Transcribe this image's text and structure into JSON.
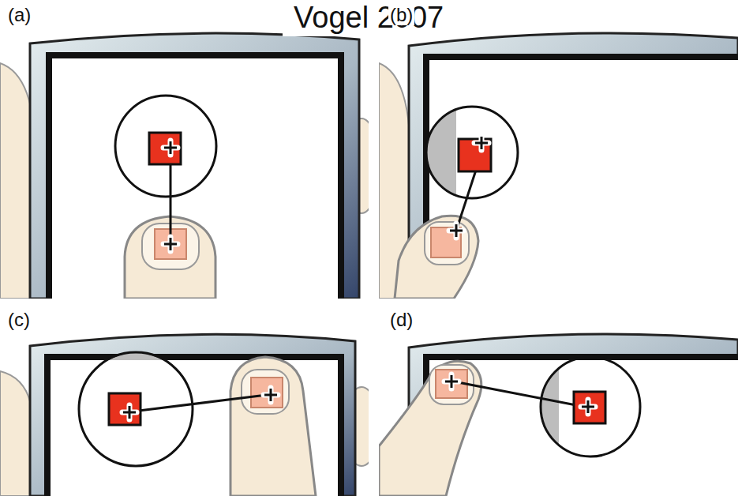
{
  "diagram": {
    "title": "Vogel 2007",
    "labels": [
      "(a)",
      "(b)",
      "(c)",
      "(d)"
    ]
  }
}
